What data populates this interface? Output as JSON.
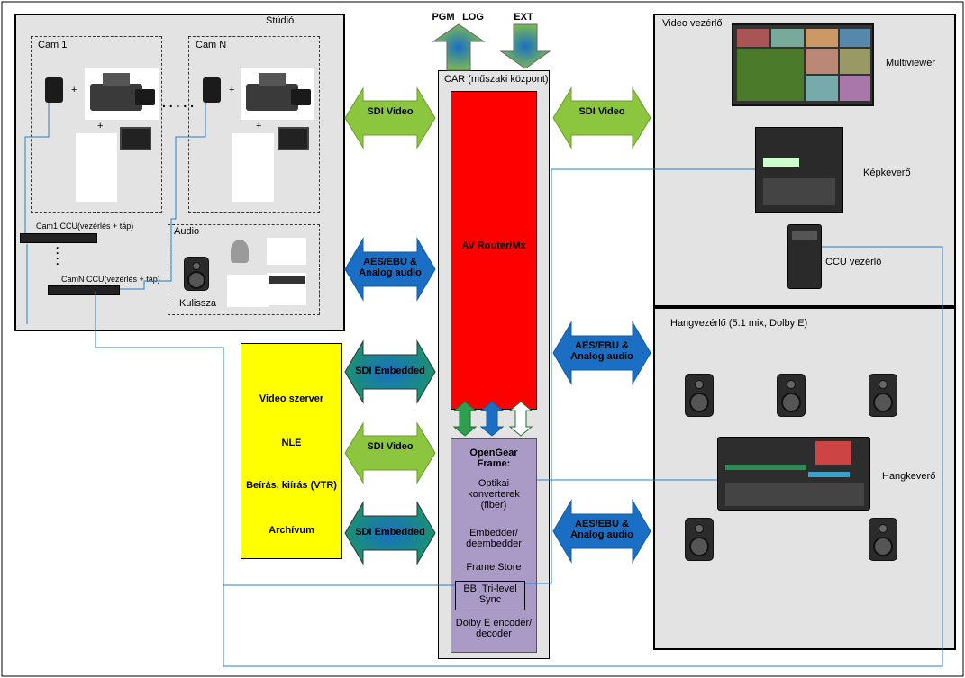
{
  "top_arrows": {
    "pgm": "PGM",
    "log": "LOG",
    "ext": "EXT"
  },
  "studio": {
    "title": "Stúdió",
    "cam1": "Cam 1",
    "camN": "Cam N",
    "plus": "+",
    "dots": ". . . . .",
    "vdots": ":",
    "ccu1": "Cam1 CCU(vezérlés + táp)",
    "ccuN": "CamN CCU(vezérlés + táp)",
    "audio": "Audio",
    "kulissza": "Kulissza"
  },
  "car": {
    "title": "CAR (műszaki központ)",
    "router": "AV Router/Mx",
    "opengear_title": "OpenGear Frame:",
    "opengear_items": [
      "Optikai konverterek (fiber)",
      "Embedder/ deembedder",
      "Frame Store"
    ],
    "bb": "BB, Tri-level Sync",
    "dolby": "Dolby E encoder/ decoder"
  },
  "arrows": {
    "sdi_video": "SDI Video",
    "aes_analog": "AES/EBU & Analog audio",
    "sdi_embedded": "SDI Embedded"
  },
  "video_control": {
    "title": "Video vezérlő",
    "multiviewer": "Multiviewer",
    "kepkevero": "Képkeverő",
    "ccu_vezerlo": "CCU vezérlő"
  },
  "audio_control": {
    "title": "Hangvezérlő (5.1 mix, Dolby E)",
    "hangkevero": "Hangkeverő"
  },
  "server": {
    "items": [
      "Video szerver",
      "NLE",
      "Beírás, kiírás (VTR)",
      "Archívum"
    ]
  },
  "colors": {
    "green": "#8cc63f",
    "blue": "#1a6fc4",
    "red": "#ff0000",
    "yellow": "#ffff00",
    "purple": "#a99ac6",
    "gray": "#e0e0e0",
    "cable": "#2a7fc9"
  }
}
